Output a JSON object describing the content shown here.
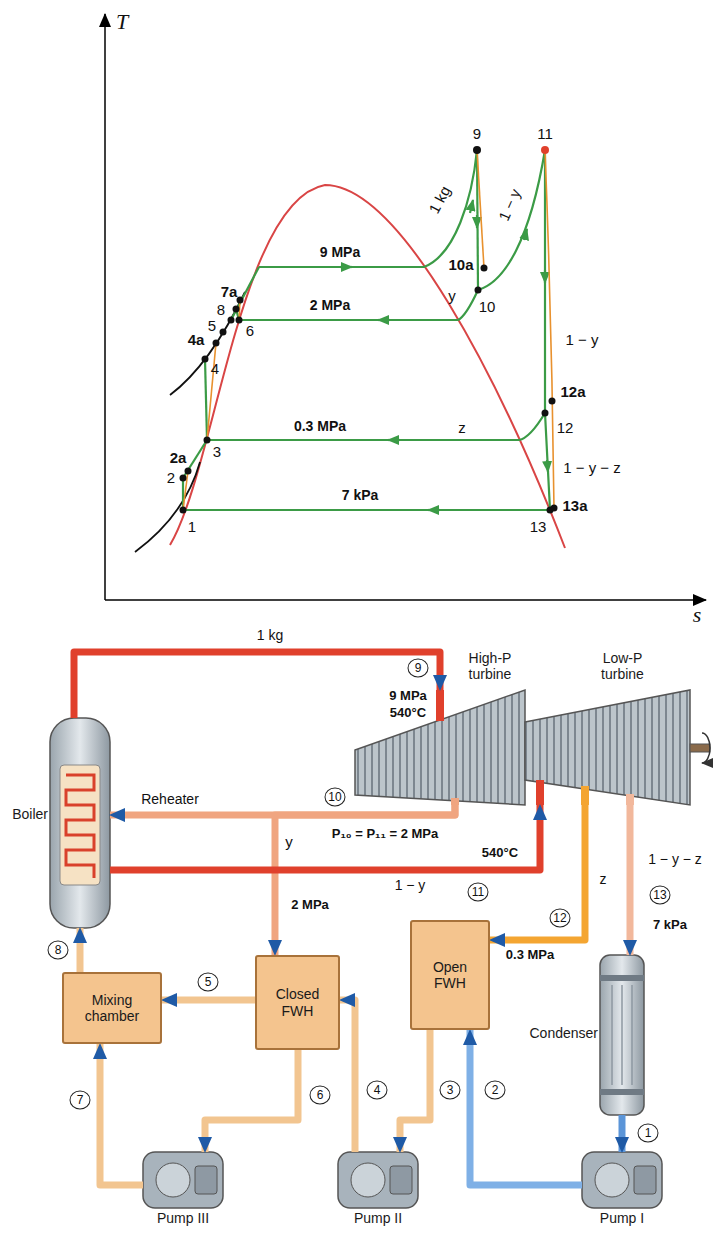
{
  "diagram": {
    "nodes": [
      {
        "text": [
          "Boiler"
        ]
      },
      {
        "text": [
          "High-P turbine"
        ]
      },
      {
        "text": [
          "Low-P turbine"
        ]
      },
      {
        "text": [
          "Mixing chamber"
        ]
      },
      {
        "text": [
          "Closed FWH"
        ]
      },
      {
        "text": [
          "Open FWH"
        ]
      },
      {
        "text": [
          "Condenser"
        ]
      },
      {
        "text": [
          "Pump III"
        ]
      },
      {
        "text": [
          "Pump II"
        ]
      },
      {
        "text": [
          "Pump I"
        ]
      }
    ],
    "edges": [
      {
        "from": 0,
        "to": 1,
        "arrow": "to",
        "label": "9"
      },
      {
        "from": 1,
        "to": 0,
        "arrow": "to",
        "label": "10"
      },
      {
        "from": 1,
        "to": 4,
        "arrow": "to",
        "label": "y"
      },
      {
        "from": 0,
        "to": 2,
        "arrow": "to",
        "label": "11"
      },
      {
        "from": 2,
        "to": 5,
        "arrow": "to",
        "label": "12"
      },
      {
        "from": 2,
        "to": 6,
        "arrow": "to",
        "label": "13"
      },
      {
        "from": 6,
        "to": 9,
        "arrow": "to",
        "label": "1"
      },
      {
        "from": 9,
        "to": 5,
        "arrow": "to",
        "label": "2"
      },
      {
        "from": 5,
        "to": 8,
        "arrow": "to",
        "label": "3"
      },
      {
        "from": 8,
        "to": 4,
        "arrow": "to",
        "label": "4"
      },
      {
        "from": 4,
        "to": 3,
        "arrow": "to",
        "label": "5"
      },
      {
        "from": 4,
        "to": 7,
        "arrow": "to",
        "label": "6"
      },
      {
        "from": 7,
        "to": 3,
        "arrow": "to",
        "label": "7"
      },
      {
        "from": 3,
        "to": 0,
        "arrow": "to",
        "label": "8"
      }
    ],
    "labels": [
      "T",
      "s",
      "9",
      "11",
      "1 kg",
      "1 − y",
      "9 MPa",
      "7a",
      "8",
      "5",
      "4a",
      "4",
      "6",
      "2 MPa",
      "y",
      "10a",
      "10",
      "1 − y",
      "12a",
      "12",
      "0.3 MPa",
      "z",
      "1 − y − z",
      "2a",
      "2",
      "3",
      "7 kPa",
      "1",
      "13",
      "13a",
      "1 kg",
      "9 MPa",
      "540°C",
      "Reheater",
      "P₁₀ = P₁₁ = 2 MPa",
      "540°C",
      "1 − y",
      "2 MPa",
      "z",
      "0.3 MPa",
      "1 − y − z",
      "7 kPa"
    ]
  }
}
